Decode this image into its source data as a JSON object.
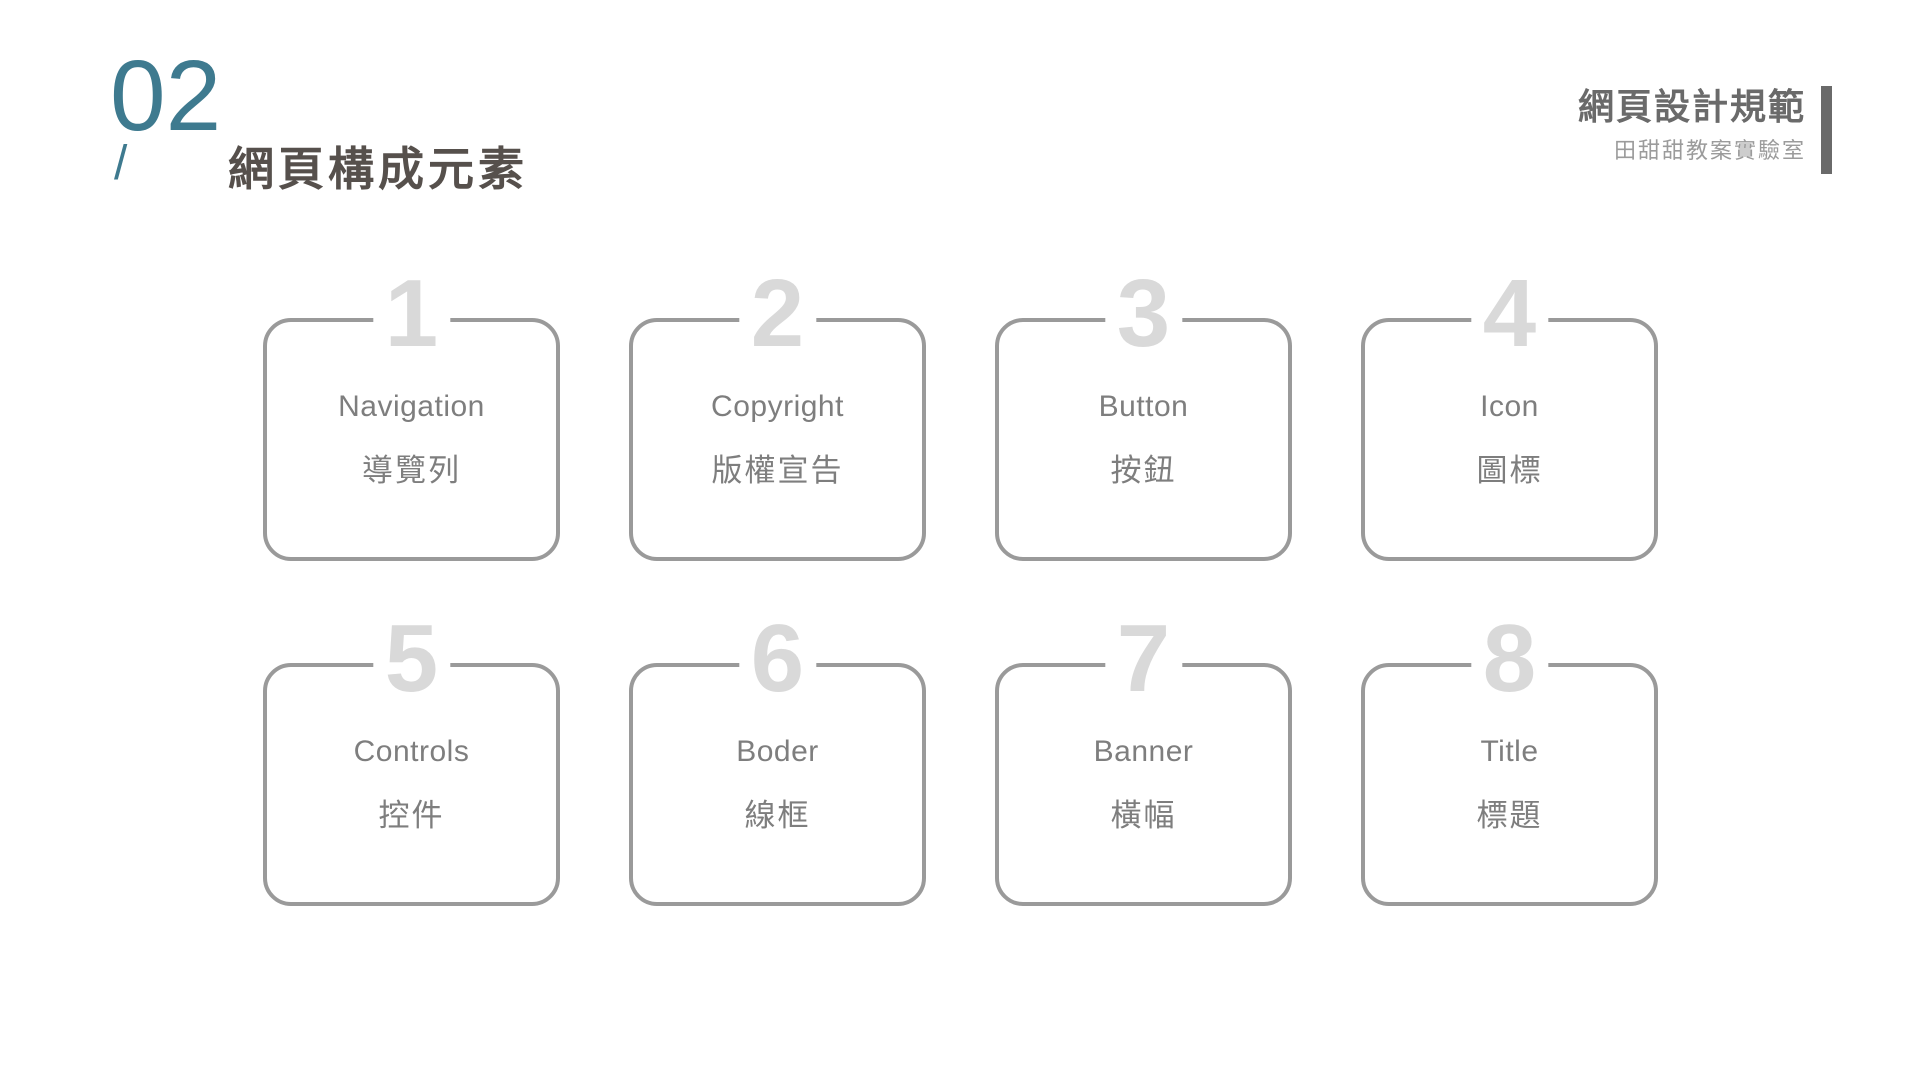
{
  "section": {
    "number": "02",
    "slash": "/",
    "title": "網頁構成元素"
  },
  "header": {
    "title": "網頁設計規範",
    "subtitle": "田甜甜教案實驗室"
  },
  "cards": [
    {
      "number": "1",
      "en": "Navigation",
      "zh": "導覽列"
    },
    {
      "number": "2",
      "en": "Copyright",
      "zh": "版權宣告"
    },
    {
      "number": "3",
      "en": "Button",
      "zh": "按鈕"
    },
    {
      "number": "4",
      "en": "Icon",
      "zh": "圖標"
    },
    {
      "number": "5",
      "en": "Controls",
      "zh": "控件"
    },
    {
      "number": "6",
      "en": "Boder",
      "zh": "線框"
    },
    {
      "number": "7",
      "en": "Banner",
      "zh": "橫幅"
    },
    {
      "number": "8",
      "en": "Title",
      "zh": "標題"
    }
  ],
  "colors": {
    "accent_teal": "#3E7A8F",
    "title_text": "#56504C",
    "header_text": "#6A6A6A",
    "subtitle_text": "#9B9B9B",
    "card_border": "#9A9A9A",
    "card_number": "#D9D9D9",
    "card_label": "#7E7E7E"
  }
}
